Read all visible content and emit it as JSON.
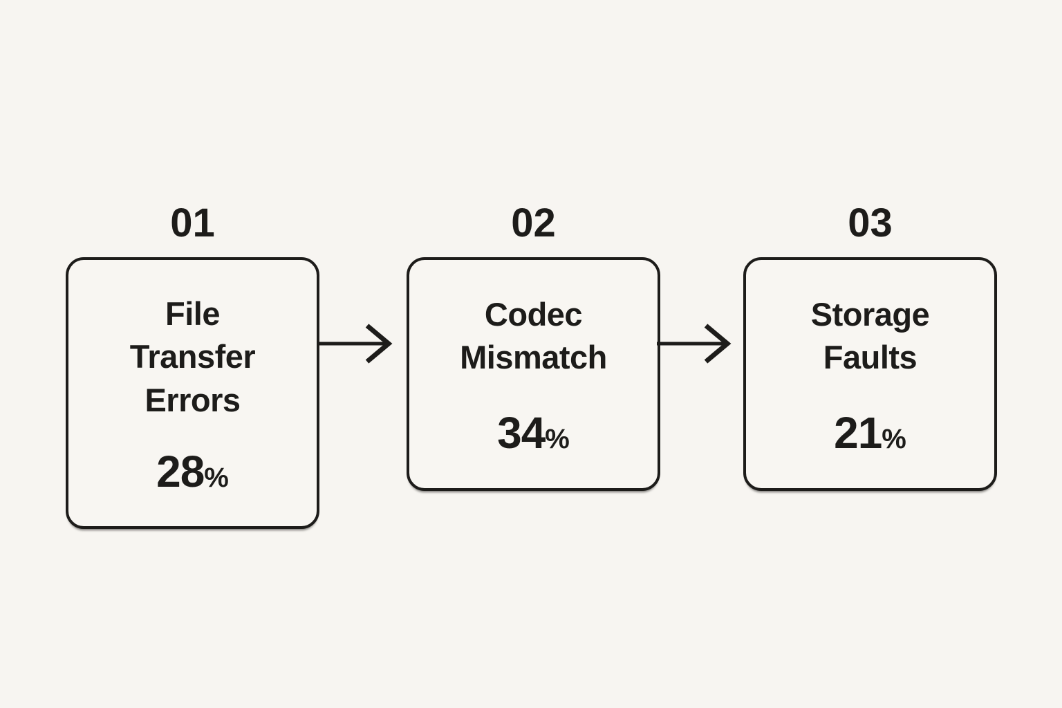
{
  "page": {
    "background_color": "#f7f5f1",
    "ink_color": "#1d1c1a"
  },
  "diagram": {
    "type": "flow",
    "direction": "left-to-right",
    "connector": "arrow-right",
    "steps": [
      {
        "number": "01",
        "title": "File Transfer Errors",
        "title_lines": [
          "File",
          "Transfer",
          "Errors"
        ],
        "value": "28",
        "unit": "%"
      },
      {
        "number": "02",
        "title": "Codec Mismatch",
        "title_lines": [
          "Codec",
          "Mismatch"
        ],
        "value": "34",
        "unit": "%"
      },
      {
        "number": "03",
        "title": "Storage Faults",
        "title_lines": [
          "Storage",
          "Faults"
        ],
        "value": "21",
        "unit": "%"
      }
    ]
  }
}
